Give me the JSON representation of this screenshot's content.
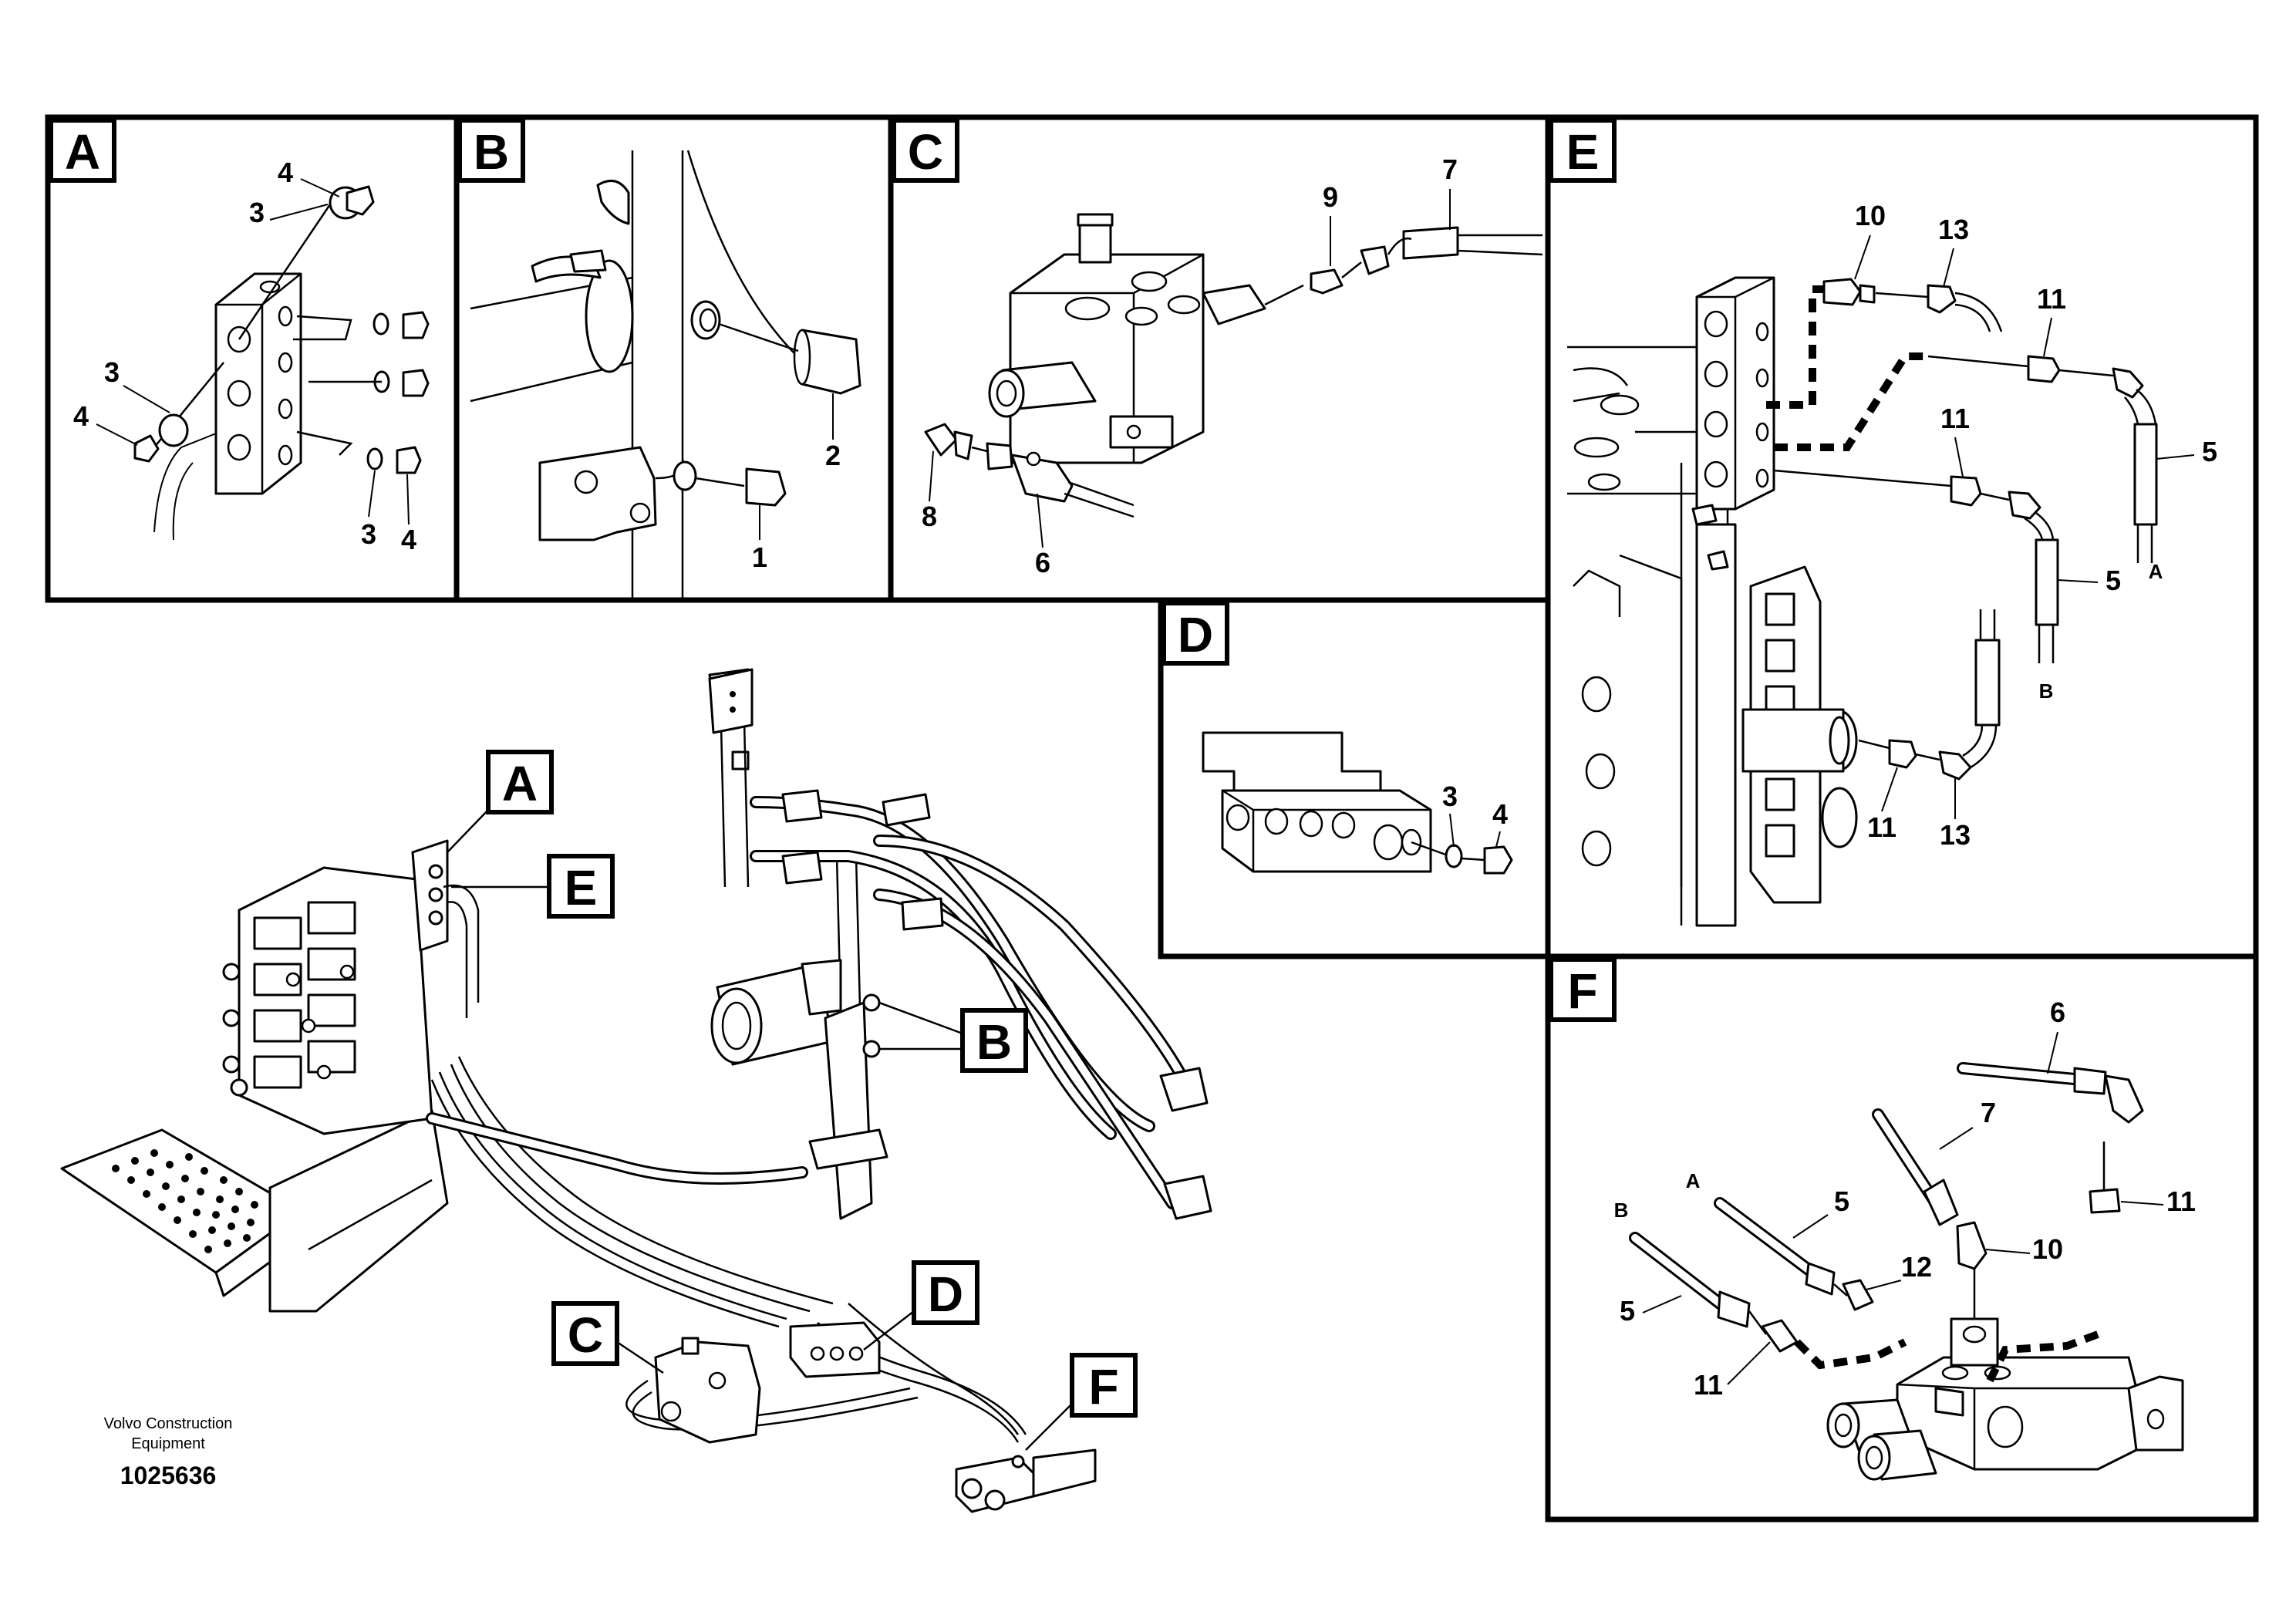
{
  "panels": {
    "A": {
      "label": "A",
      "callouts": {
        "c1": "4",
        "c2": "3",
        "c3": "3",
        "c4": "4",
        "c5": "3",
        "c6": "4"
      }
    },
    "B": {
      "label": "B",
      "callouts": {
        "c1": "2",
        "c2": "1"
      }
    },
    "C": {
      "label": "C",
      "callouts": {
        "c1": "9",
        "c2": "7",
        "c3": "8",
        "c4": "6"
      }
    },
    "D": {
      "label": "D",
      "callouts": {
        "c1": "3",
        "c2": "4"
      }
    },
    "E": {
      "label": "E",
      "callouts": {
        "c1": "10",
        "c2": "13",
        "c3": "11",
        "c4": "11",
        "c5": "5",
        "c6": "5",
        "c7": "11",
        "c8": "13"
      },
      "ends": {
        "a": "A",
        "b": "B"
      }
    },
    "F": {
      "label": "F",
      "callouts": {
        "c1": "6",
        "c2": "7",
        "c3": "5",
        "c4": "11",
        "c5": "10",
        "c6": "12",
        "c7": "5",
        "c8": "11"
      },
      "ends": {
        "a": "A",
        "b": "B"
      }
    }
  },
  "overview_tags": {
    "A": "A",
    "E": "E",
    "B": "B",
    "C": "C",
    "D": "D",
    "F": "F"
  },
  "caption": {
    "line1": "Volvo Construction",
    "line2": "Equipment",
    "code": "1025636"
  }
}
